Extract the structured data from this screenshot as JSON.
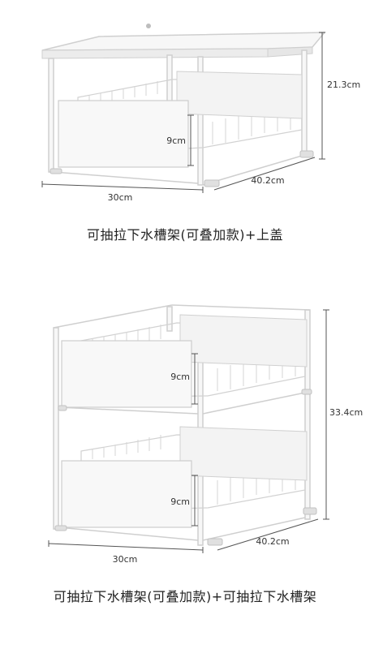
{
  "products": [
    {
      "caption": "可抽拉下水槽架(可叠加款)+上盖",
      "dimensions": {
        "width": "30cm",
        "depth": "40.2cm",
        "height": "21.3cm",
        "basket_height": "9cm"
      }
    },
    {
      "caption": "可抽拉下水槽架(可叠加款)+可抽拉下水槽架",
      "dimensions": {
        "width": "30cm",
        "depth": "40.2cm",
        "height": "33.4cm",
        "basket_height_top": "9cm",
        "basket_height_bottom": "9cm"
      }
    }
  ],
  "colors": {
    "frame": "#f4f4f4",
    "outline": "#c8c8c8",
    "dim_line": "#555555",
    "text": "#222222"
  }
}
